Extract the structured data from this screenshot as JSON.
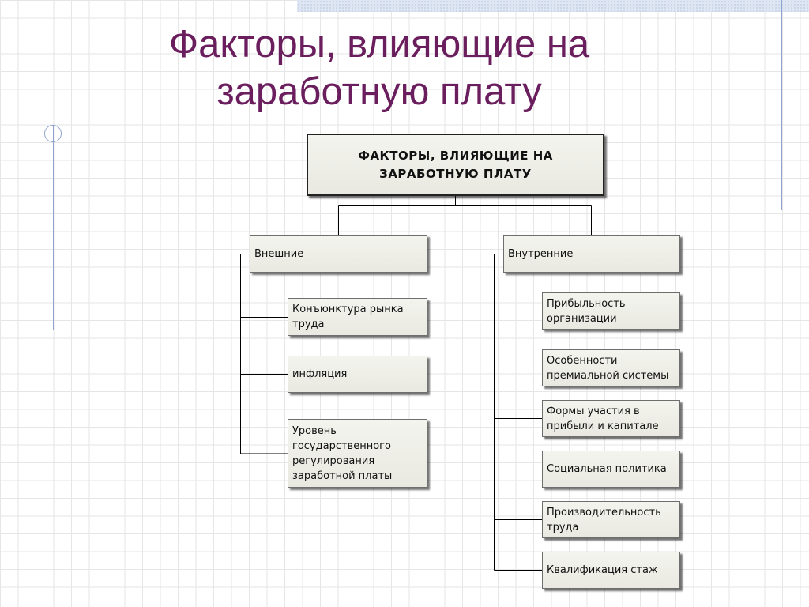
{
  "title": {
    "line1": "Факторы, влияющие на",
    "line2": "заработную плату"
  },
  "diagram": {
    "root": "ФАКТОРЫ, ВЛИЯЮЩИЕ НА\nЗАРАБОТНУЮ ПЛАТУ",
    "external": {
      "label": "Внешние",
      "items": [
        "Конъюнктура рынка\nтруда",
        "инфляция",
        "Уровень\nгосударственного\nрегулирования\nзаработной платы"
      ]
    },
    "internal": {
      "label": "Внутренние",
      "items": [
        "Прибыльность\nорганизации",
        "Особенности\nпремиальной системы",
        "Формы участия в\nприбыли и капитале",
        "Социальная политика",
        "Производительность\nтруда",
        "Квалификация стаж"
      ]
    }
  }
}
